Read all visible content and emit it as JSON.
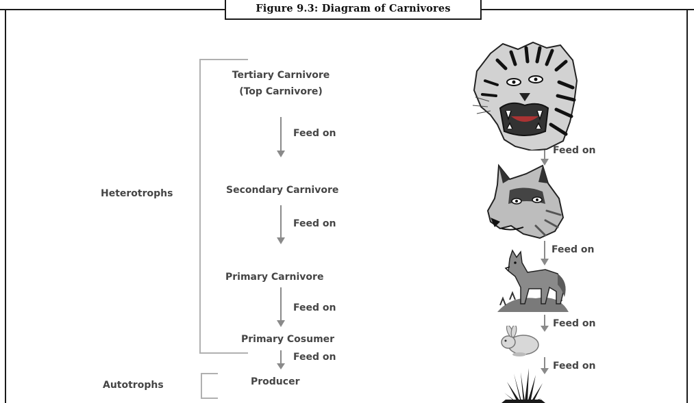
{
  "figure": {
    "caption": "Figure 9.3: Diagram of Carnivores"
  },
  "groups": {
    "heterotrophs": "Heterotrophs",
    "autotrophs": "Autotrophs"
  },
  "levels": {
    "tertiary_line1": "Tertiary Carnivore",
    "tertiary_line2": "(Top Carnivore)",
    "secondary": "Secondary Carnivore",
    "primary_carnivore": "Primary Carnivore",
    "primary_consumer": "Primary Cosumer",
    "producer": "Producer"
  },
  "relation": "Feed on",
  "icons": [
    "tiger-icon",
    "wolf-icon",
    "fox-icon",
    "rabbit-icon",
    "grass-icon"
  ],
  "colors": {
    "border": "#1a1a1a",
    "arrow": "#8a8a8a",
    "bracket": "#b0b0b0",
    "text": "#454545"
  }
}
